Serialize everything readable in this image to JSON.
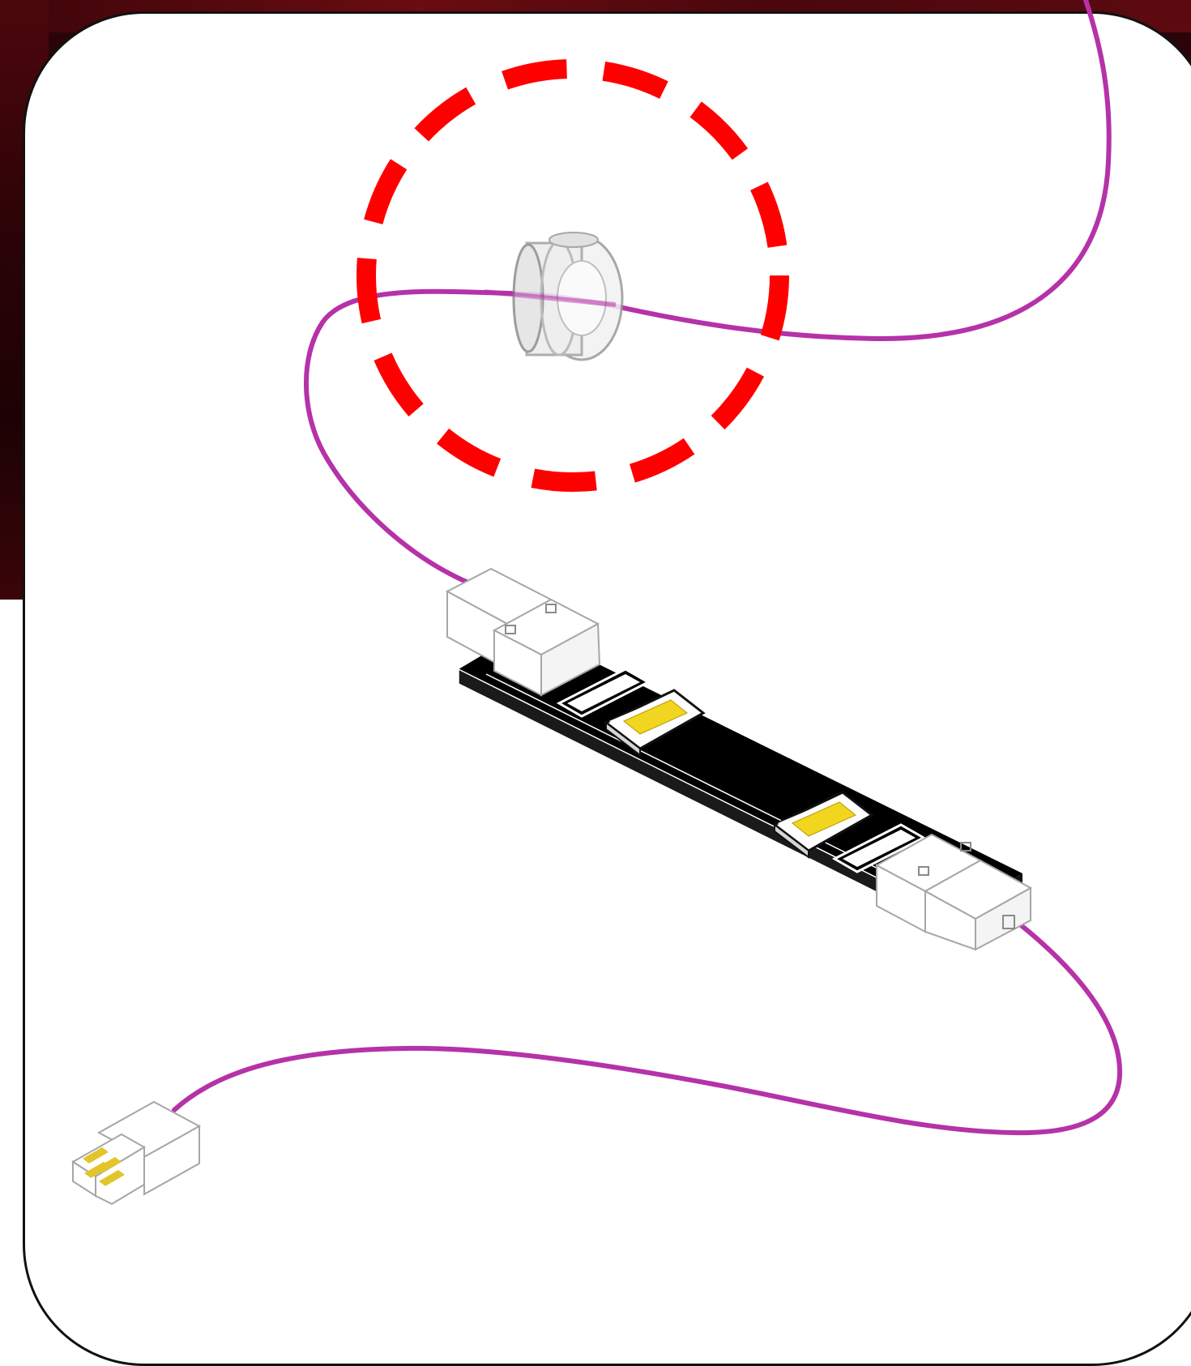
{
  "diagram": {
    "colors": {
      "card_background": "#ffffff",
      "card_border": "#111111",
      "wire": "#b532a8",
      "highlight": "#ff0000",
      "led_chip": "#f2d51e",
      "strip_board": "#000000",
      "connector_body": "#ffffff",
      "connector_outline": "#9a9a9a",
      "backdrop": "#5a0a10"
    },
    "components": [
      "highlight-circle",
      "nut-fitting",
      "wire-upper",
      "wire-lower",
      "led-strip-board",
      "led-chip",
      "strip-connector-left",
      "strip-connector-right",
      "plug-connector"
    ],
    "led_chip_count": 2
  }
}
